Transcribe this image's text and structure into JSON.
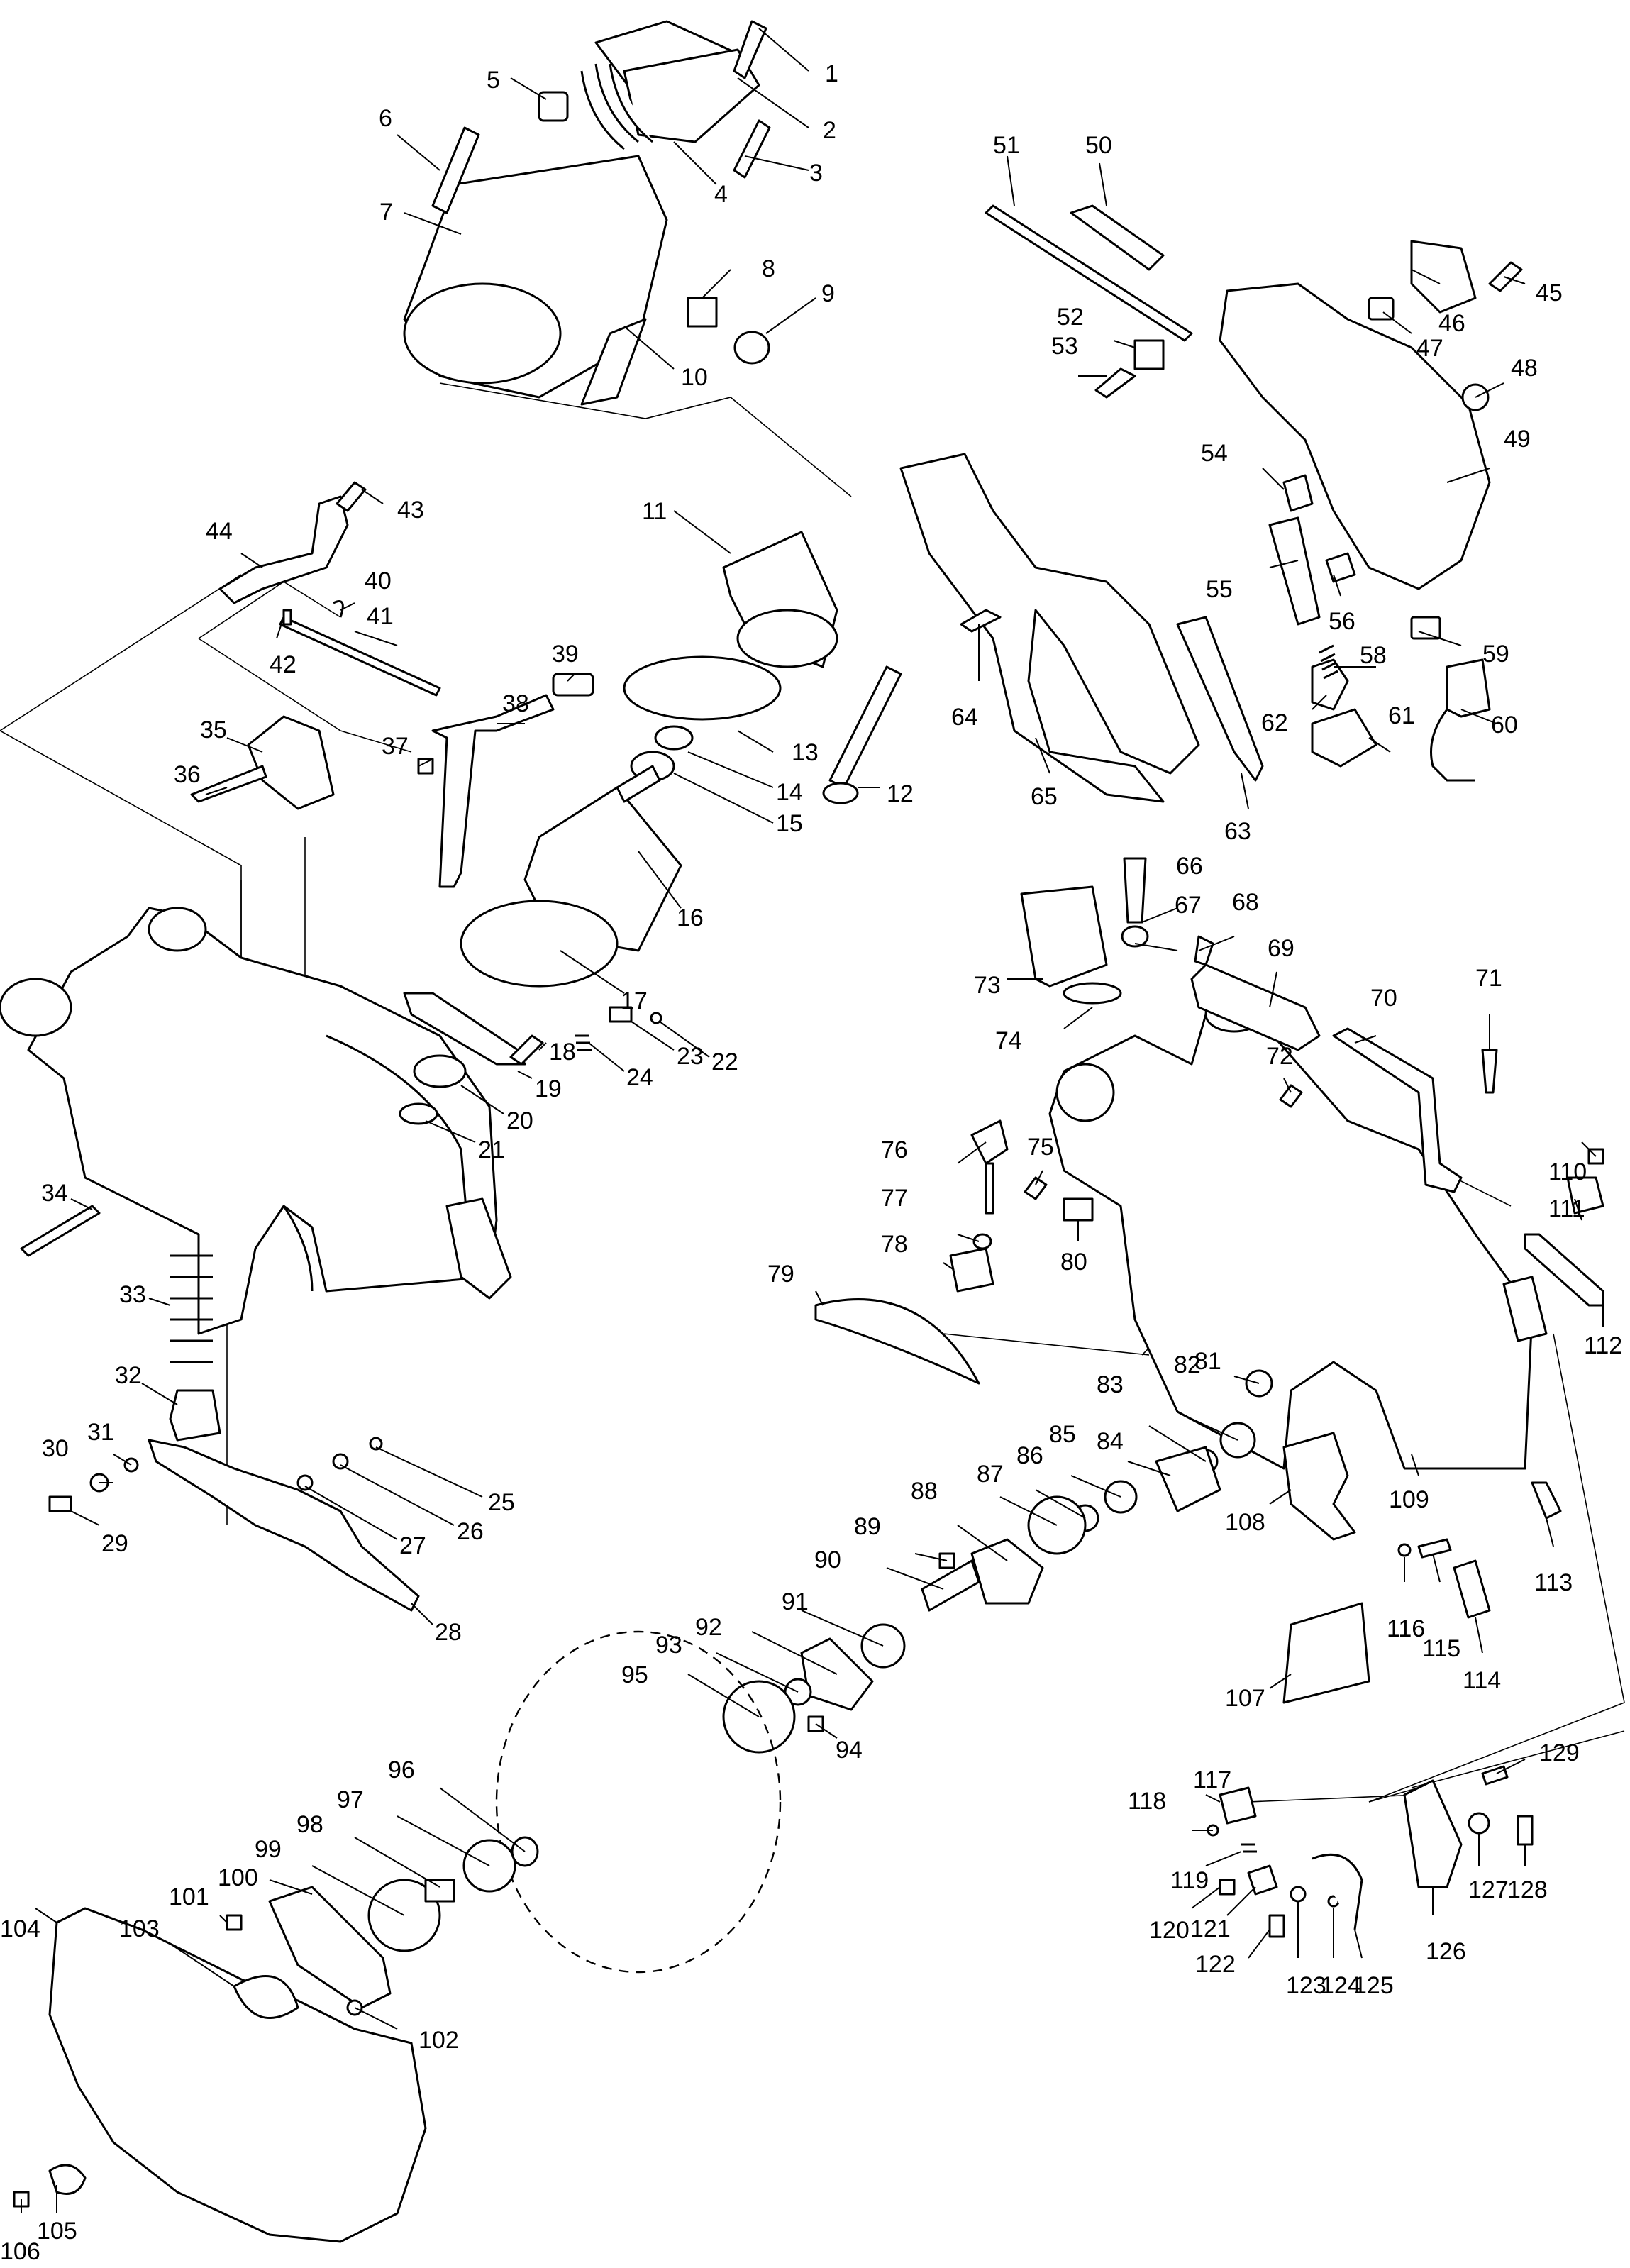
{
  "callouts": [
    {
      "id": "1",
      "text": "1"
    },
    {
      "id": "2",
      "text": "2"
    },
    {
      "id": "3",
      "text": "3"
    },
    {
      "id": "4",
      "text": "4"
    },
    {
      "id": "5",
      "text": "5"
    },
    {
      "id": "6",
      "text": "6"
    },
    {
      "id": "7",
      "text": "7"
    },
    {
      "id": "8",
      "text": "8"
    },
    {
      "id": "9",
      "text": "9"
    },
    {
      "id": "10",
      "text": "10"
    },
    {
      "id": "11",
      "text": "11"
    },
    {
      "id": "12",
      "text": "12"
    },
    {
      "id": "13",
      "text": "13"
    },
    {
      "id": "14",
      "text": "14"
    },
    {
      "id": "15",
      "text": "15"
    },
    {
      "id": "16",
      "text": "16"
    },
    {
      "id": "17",
      "text": "17"
    },
    {
      "id": "18",
      "text": "18"
    },
    {
      "id": "19",
      "text": "19"
    },
    {
      "id": "20",
      "text": "20"
    },
    {
      "id": "21",
      "text": "21"
    },
    {
      "id": "22",
      "text": "22"
    },
    {
      "id": "23",
      "text": "23"
    },
    {
      "id": "24",
      "text": "24"
    },
    {
      "id": "25",
      "text": "25"
    },
    {
      "id": "26",
      "text": "26"
    },
    {
      "id": "27",
      "text": "27"
    },
    {
      "id": "28",
      "text": "28"
    },
    {
      "id": "29",
      "text": "29"
    },
    {
      "id": "30",
      "text": "30"
    },
    {
      "id": "31",
      "text": "31"
    },
    {
      "id": "32",
      "text": "32"
    },
    {
      "id": "33",
      "text": "33"
    },
    {
      "id": "34",
      "text": "34"
    },
    {
      "id": "35",
      "text": "35"
    },
    {
      "id": "36",
      "text": "36"
    },
    {
      "id": "37",
      "text": "37"
    },
    {
      "id": "38",
      "text": "38"
    },
    {
      "id": "39",
      "text": "39"
    },
    {
      "id": "40",
      "text": "40"
    },
    {
      "id": "41",
      "text": "41"
    },
    {
      "id": "42",
      "text": "42"
    },
    {
      "id": "43",
      "text": "43"
    },
    {
      "id": "44",
      "text": "44"
    },
    {
      "id": "45",
      "text": "45"
    },
    {
      "id": "46",
      "text": "46"
    },
    {
      "id": "47",
      "text": "47"
    },
    {
      "id": "48",
      "text": "48"
    },
    {
      "id": "49",
      "text": "49"
    },
    {
      "id": "50",
      "text": "50"
    },
    {
      "id": "51",
      "text": "51"
    },
    {
      "id": "52",
      "text": "52"
    },
    {
      "id": "53",
      "text": "53"
    },
    {
      "id": "54",
      "text": "54"
    },
    {
      "id": "55",
      "text": "55"
    },
    {
      "id": "56",
      "text": "56"
    },
    {
      "id": "58",
      "text": "58"
    },
    {
      "id": "59",
      "text": "59"
    },
    {
      "id": "60",
      "text": "60"
    },
    {
      "id": "61",
      "text": "61"
    },
    {
      "id": "62",
      "text": "62"
    },
    {
      "id": "63",
      "text": "63"
    },
    {
      "id": "64",
      "text": "64"
    },
    {
      "id": "65",
      "text": "65"
    },
    {
      "id": "66",
      "text": "66"
    },
    {
      "id": "67",
      "text": "67"
    },
    {
      "id": "68",
      "text": "68"
    },
    {
      "id": "69",
      "text": "69"
    },
    {
      "id": "70",
      "text": "70"
    },
    {
      "id": "71",
      "text": "71"
    },
    {
      "id": "72",
      "text": "72"
    },
    {
      "id": "73",
      "text": "73"
    },
    {
      "id": "74",
      "text": "74"
    },
    {
      "id": "75",
      "text": "75"
    },
    {
      "id": "76",
      "text": "76"
    },
    {
      "id": "77",
      "text": "77"
    },
    {
      "id": "78",
      "text": "78"
    },
    {
      "id": "79",
      "text": "79"
    },
    {
      "id": "80",
      "text": "80"
    },
    {
      "id": "81",
      "text": "81"
    },
    {
      "id": "82",
      "text": "82"
    },
    {
      "id": "83",
      "text": "83"
    },
    {
      "id": "84",
      "text": "84"
    },
    {
      "id": "85",
      "text": "85"
    },
    {
      "id": "86",
      "text": "86"
    },
    {
      "id": "87",
      "text": "87"
    },
    {
      "id": "88",
      "text": "88"
    },
    {
      "id": "89",
      "text": "89"
    },
    {
      "id": "90",
      "text": "90"
    },
    {
      "id": "91",
      "text": "91"
    },
    {
      "id": "92",
      "text": "92"
    },
    {
      "id": "93",
      "text": "93"
    },
    {
      "id": "94",
      "text": "94"
    },
    {
      "id": "95",
      "text": "95"
    },
    {
      "id": "96",
      "text": "96"
    },
    {
      "id": "97",
      "text": "97"
    },
    {
      "id": "98",
      "text": "98"
    },
    {
      "id": "99",
      "text": "99"
    },
    {
      "id": "100",
      "text": "100"
    },
    {
      "id": "101",
      "text": "101"
    },
    {
      "id": "102",
      "text": "102"
    },
    {
      "id": "103",
      "text": "103"
    },
    {
      "id": "104",
      "text": "104"
    },
    {
      "id": "105",
      "text": "105"
    },
    {
      "id": "106",
      "text": "106"
    },
    {
      "id": "107",
      "text": "107"
    },
    {
      "id": "108",
      "text": "108"
    },
    {
      "id": "109",
      "text": "109"
    },
    {
      "id": "110",
      "text": "110"
    },
    {
      "id": "111",
      "text": "111"
    },
    {
      "id": "112",
      "text": "112"
    },
    {
      "id": "113",
      "text": "113"
    },
    {
      "id": "114",
      "text": "114"
    },
    {
      "id": "115",
      "text": "115"
    },
    {
      "id": "116",
      "text": "116"
    },
    {
      "id": "117",
      "text": "117"
    },
    {
      "id": "118",
      "text": "118"
    },
    {
      "id": "119",
      "text": "119"
    },
    {
      "id": "120",
      "text": "120"
    },
    {
      "id": "121",
      "text": "121"
    },
    {
      "id": "122",
      "text": "122"
    },
    {
      "id": "123",
      "text": "123"
    },
    {
      "id": "124",
      "text": "124"
    },
    {
      "id": "125",
      "text": "125"
    },
    {
      "id": "126",
      "text": "126"
    },
    {
      "id": "127",
      "text": "127"
    },
    {
      "id": "128",
      "text": "128"
    },
    {
      "id": "129",
      "text": "129"
    }
  ]
}
